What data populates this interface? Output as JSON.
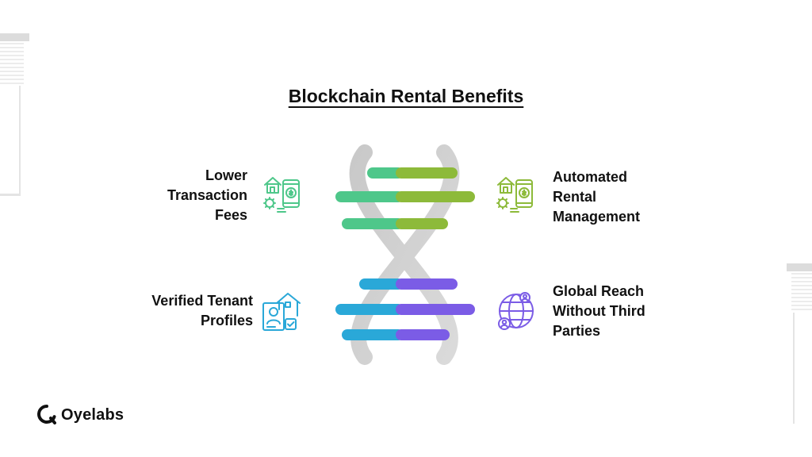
{
  "title": "Blockchain Rental Benefits",
  "benefits": [
    {
      "lines": [
        "Lower",
        "Transaction",
        "Fees"
      ],
      "color": "#4ec78a",
      "icon": "property-payment-icon"
    },
    {
      "lines": [
        "Automated",
        "Rental",
        "Management"
      ],
      "color": "#8dba3a",
      "icon": "property-payment-icon"
    },
    {
      "lines": [
        "Verified Tenant",
        "Profiles"
      ],
      "color": "#2aa8d8",
      "icon": "tenant-id-card-icon"
    },
    {
      "lines": [
        "Global Reach",
        "Without Third",
        "Parties"
      ],
      "color": "#7b5ce6",
      "icon": "globe-users-icon"
    }
  ],
  "logo": {
    "text": "Oyelabs"
  }
}
